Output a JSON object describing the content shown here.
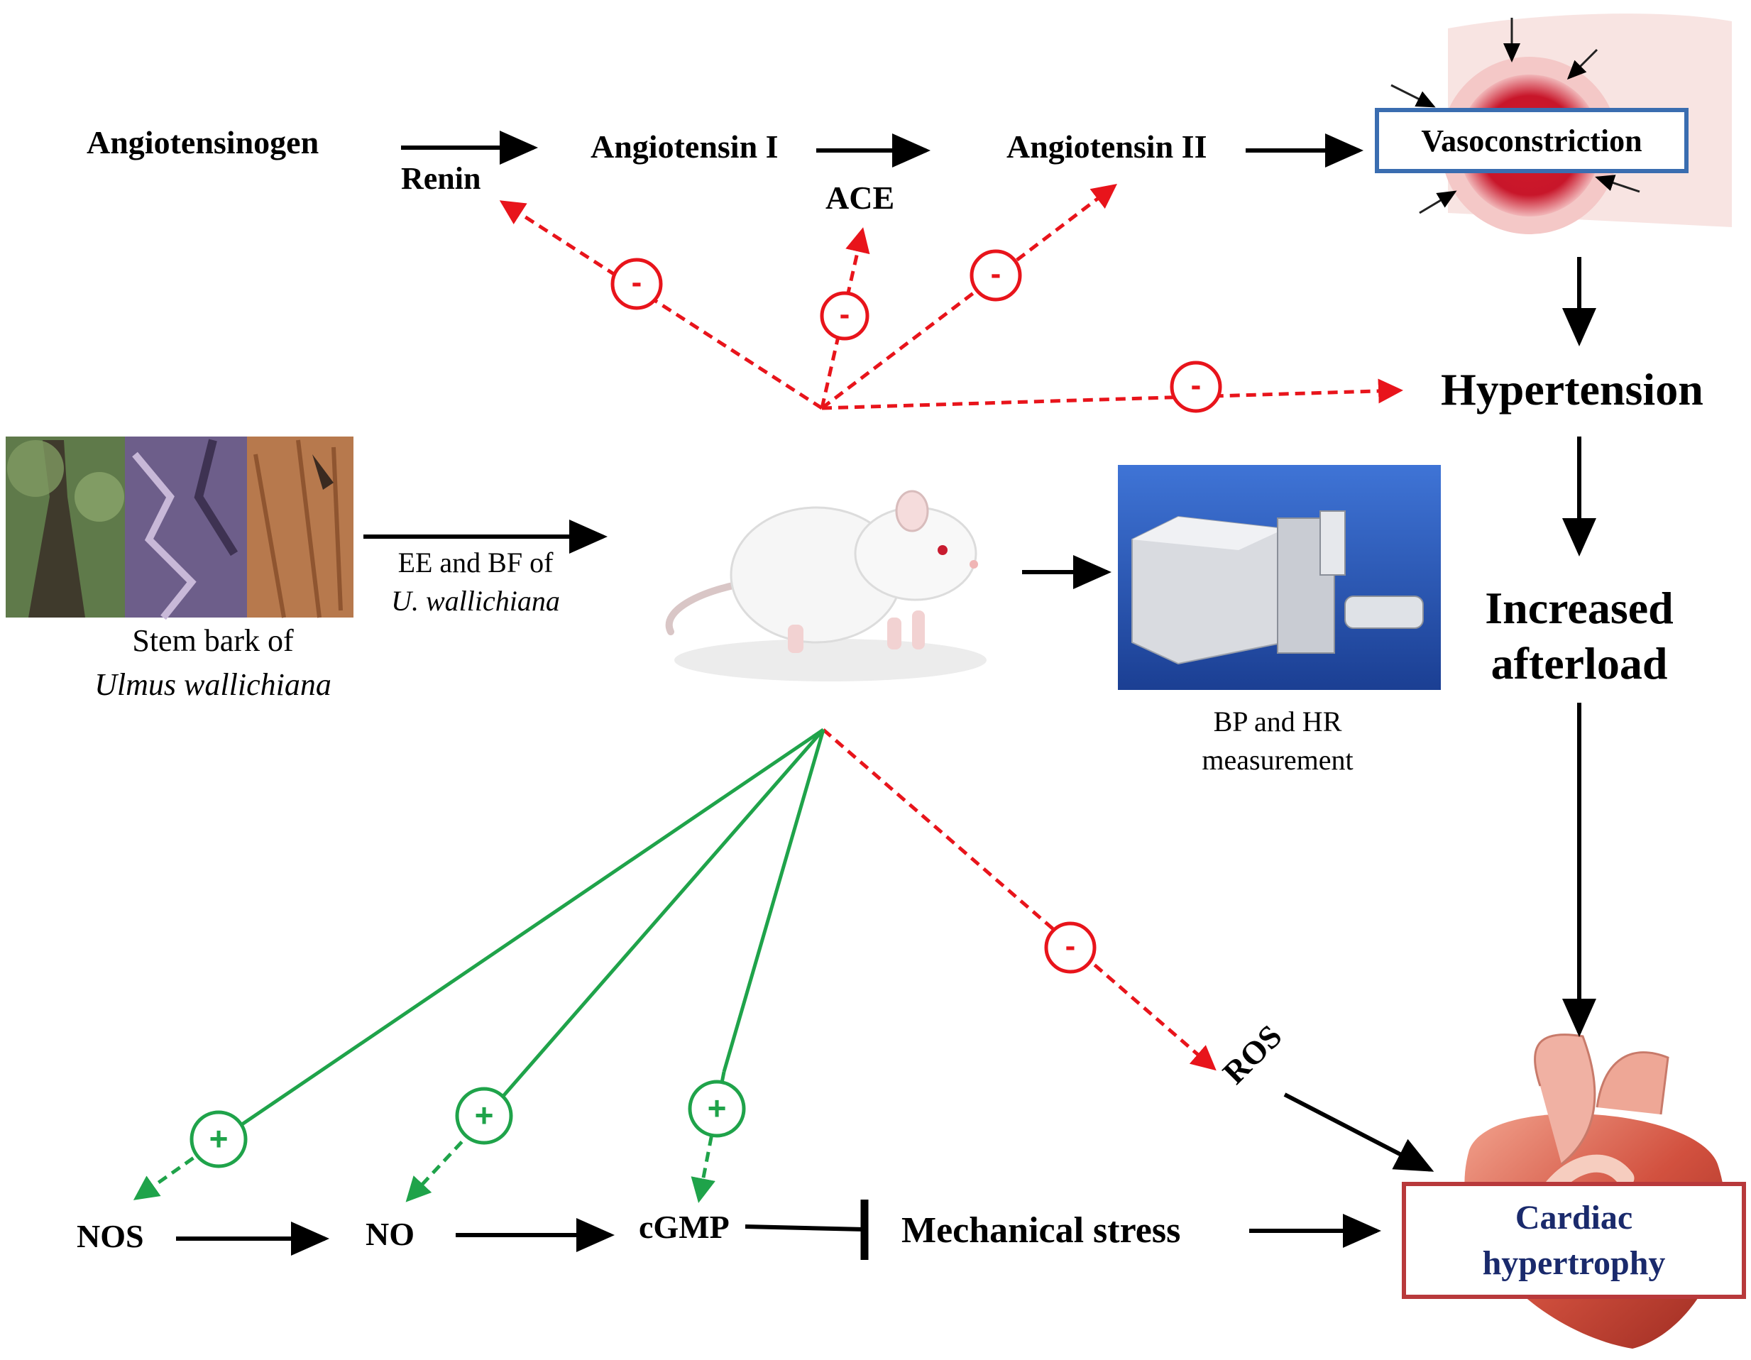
{
  "raas": {
    "angiotensinogen": "Angiotensinogen",
    "renin": "Renin",
    "angiotensin_i": "Angiotensin I",
    "ace": "ACE",
    "angiotensin_ii": "Angiotensin II",
    "vasoconstriction": "Vasoconstriction"
  },
  "cascade": {
    "hypertension": "Hypertension",
    "increased_afterload": [
      "Increased",
      "afterload"
    ],
    "cardiac_hypertrophy": [
      "Cardiac",
      "hypertrophy"
    ]
  },
  "experiment": {
    "bark_caption": [
      "Stem bark of",
      "Ulmus wallichiana"
    ],
    "treatment_label": [
      "EE and BF of",
      "U. wallichiana"
    ],
    "measurement_caption": [
      "BP and HR",
      "measurement"
    ]
  },
  "no_pathway": {
    "nos": "NOS",
    "no": "NO",
    "cgmp": "cGMP",
    "mechanical_stress": "Mechanical stress",
    "ros": "ROS"
  },
  "signs": {
    "inhibit": "-",
    "activate": "+"
  },
  "colors": {
    "inhibition": "#e8141b",
    "activation": "#1fa34a",
    "vasoconstriction_border": "#3a6db0",
    "hypertrophy_border": "#b8393b",
    "hypertrophy_text": "#1a2a6c"
  },
  "icons": [
    "tree-bark-photo",
    "rat-icon",
    "bp-meter-icon",
    "blood-vessel-icon",
    "heart-icon"
  ]
}
